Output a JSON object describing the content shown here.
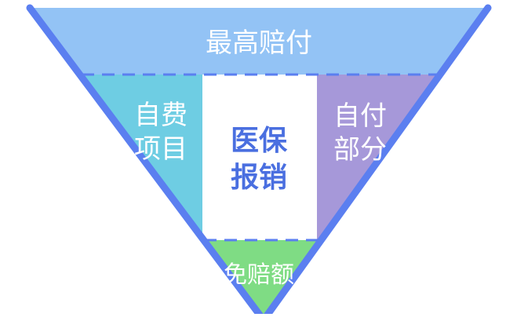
{
  "diagram": {
    "top_band": {
      "label": "最高赔付",
      "color": "#93c3f5"
    },
    "left_band": {
      "line1": "自费",
      "line2": "项目",
      "color": "#6ecde3"
    },
    "center_band": {
      "line1": "医保",
      "line2": "报销",
      "color": "#ffffff",
      "text_color": "#4a6fe0"
    },
    "right_band": {
      "line1": "自付",
      "line2": "部分",
      "color": "#a698d9"
    },
    "bottom_band": {
      "label": "免赔额",
      "color": "#7fdc84"
    },
    "outline_color": "#5b7ff0"
  }
}
